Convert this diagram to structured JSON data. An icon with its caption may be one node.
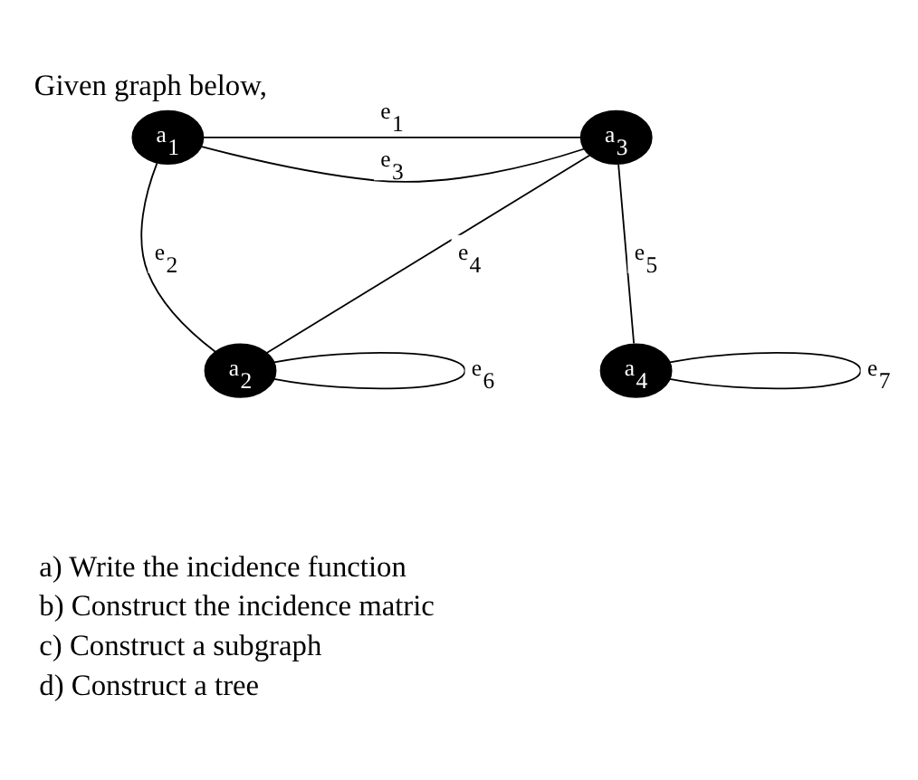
{
  "diagram": {
    "title": "Given graph below,",
    "nodes": [
      {
        "text": [
          "a$_{1}$"
        ]
      },
      {
        "text": [
          "a$_{2}$"
        ]
      },
      {
        "text": [
          "a$_{3}$"
        ]
      },
      {
        "text": [
          "a$_{4}$"
        ]
      }
    ],
    "edges": [
      {
        "from": 0,
        "to": 2,
        "arrow": "none",
        "label": "e$_{1}$"
      },
      {
        "from": 0,
        "to": 1,
        "arrow": "none",
        "label": "e$_{2}$"
      },
      {
        "from": 0,
        "to": 2,
        "arrow": "none",
        "label": "e$_{3}$"
      },
      {
        "from": 1,
        "to": 2,
        "arrow": "none",
        "label": "e$_{4}$"
      },
      {
        "from": 2,
        "to": 3,
        "arrow": "none",
        "label": "e$_{5}$"
      },
      {
        "from": 1,
        "to": 1,
        "arrow": "none",
        "label": "e$_{6}$"
      },
      {
        "from": 3,
        "to": 3,
        "arrow": "none",
        "label": "e$_{7}$"
      }
    ],
    "labels": [
      "a) Write the incidence function",
      "b) Construct the incidence matric",
      "c) Construct a subgraph",
      "d) Construct a tree"
    ]
  }
}
